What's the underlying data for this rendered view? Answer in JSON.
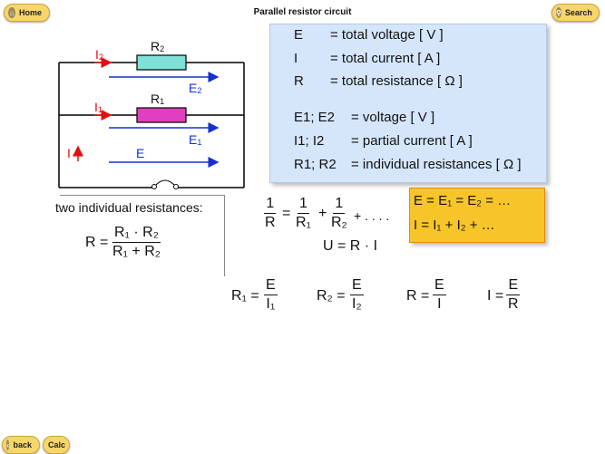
{
  "title": "Parallel resistor circuit",
  "buttons": {
    "home": "Home",
    "search": "Search",
    "back": "back",
    "calc": "Calc"
  },
  "circuit": {
    "labels": {
      "i2": "I",
      "i2_sub": "2",
      "i1": "I",
      "i1_sub": "1",
      "i": "I",
      "r2": "R",
      "r2_sub": "2",
      "r1": "R",
      "r1_sub": "1",
      "e2": "E",
      "e2_sub": "2",
      "e1": "E",
      "e1_sub": "1",
      "e": "E"
    },
    "colors": {
      "r2_fill": "#7fe0d8",
      "r1_fill": "#e040c0",
      "arrow": "#1530d0",
      "current": "#e01010"
    }
  },
  "legend": [
    {
      "k": "E",
      "v": "= total voltage [ V ]"
    },
    {
      "k": "I",
      "v": "= total current [ A ]"
    },
    {
      "k": "R",
      "v": "= total resistance [ Ω ]"
    },
    {
      "k": "E1; E2",
      "v": "= voltage [ V ]"
    },
    {
      "k": "I1; I2",
      "v": "= partial current [ A ]"
    },
    {
      "k": "R1; R2",
      "v": "= individual resistances [ Ω ]"
    }
  ],
  "two_res": {
    "heading": "two individual resistances:",
    "lhs": "R =",
    "num": "R₁ · R₂",
    "den": "R₁ + R₂"
  },
  "formula": {
    "one": "1",
    "R": "R",
    "R1": "R₁",
    "R2": "R₂",
    "plus": "+",
    "eq": "=",
    "dots": "+ . . . .",
    "uri": "U = R · I"
  },
  "yellow": {
    "line1": "E  = E₁ = E₂ = …",
    "line2": "I   = I₁ + I₂ + …"
  },
  "bottom": [
    {
      "lhs": "R₁ =",
      "num": "E",
      "den": "I₁"
    },
    {
      "lhs": "R₂ =",
      "num": "E",
      "den": "I₂"
    },
    {
      "lhs": "R =",
      "num": "E",
      "den": "I"
    },
    {
      "lhs": "I =",
      "num": "E",
      "den": "R"
    }
  ]
}
